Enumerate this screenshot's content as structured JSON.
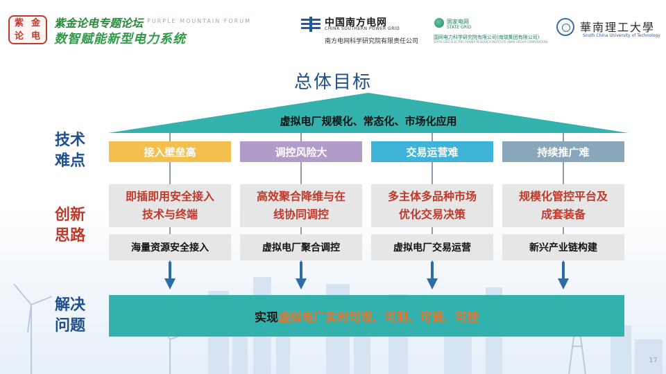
{
  "header": {
    "seal_chars": [
      "紫",
      "金",
      "论",
      "电"
    ],
    "forum_line1": "紫金论电专题论坛",
    "forum_en": "PURPLE MOUNTAIN FORUM",
    "forum_line2": "数智赋能新型电力系统",
    "csg_name": "中国南方电网",
    "csg_en": "CHINA SOUTHERN POWER GRID",
    "csg_institute": "南方电网科学研究院有限责任公司",
    "sg_name": "国家电网",
    "sg_en": "STATE GRID",
    "sg_institute": "国网电力科学研究院有限公司(南瑞集团有限公司)",
    "sg_institute_en": "STATE GRID ELECTRIC POWER RESEARCH INSTITUTE (NARI GROUP CORPORATION)",
    "scut_name": "華南理工大學",
    "scut_en": "South China University of Technology"
  },
  "title": "总体目标",
  "roof_text": "虚拟电厂规模化、常态化、市场化应用",
  "side_labels": {
    "difficulty": "技术\n难点",
    "innovation": "创新\n思路",
    "solution": "解决\n问题"
  },
  "columns": [
    {
      "difficulty": "接入壁垒高",
      "idea": "即插即用安全接入\n技术与终端",
      "tech": "海量资源安全接入"
    },
    {
      "difficulty": "调控风险大",
      "idea": "高效聚合降维与在\n线协同调控",
      "tech": "虚拟电厂聚合调控"
    },
    {
      "difficulty": "交易运营难",
      "idea": "多主体多品种市场\n优化交易决策",
      "tech": "虚拟电厂交易运营"
    },
    {
      "difficulty": "持续推广难",
      "idea": "规模化管控平台及\n成套装备",
      "tech": "新兴产业链构建"
    }
  ],
  "solution": {
    "prefix": "实现",
    "highlight": "虚拟电厂实时可观、可测、可调、可控"
  },
  "page_number": "17",
  "colors": {
    "difficulty_boxes": [
      "#f3c04e",
      "#b19bc8",
      "#3fb4d8",
      "#8aa6bb"
    ],
    "roof": "#33b1ad",
    "title": "#1f4e8c",
    "accent_red": "#c0392b",
    "highlight": "#e8742b",
    "arrow": "#2e6da4"
  }
}
